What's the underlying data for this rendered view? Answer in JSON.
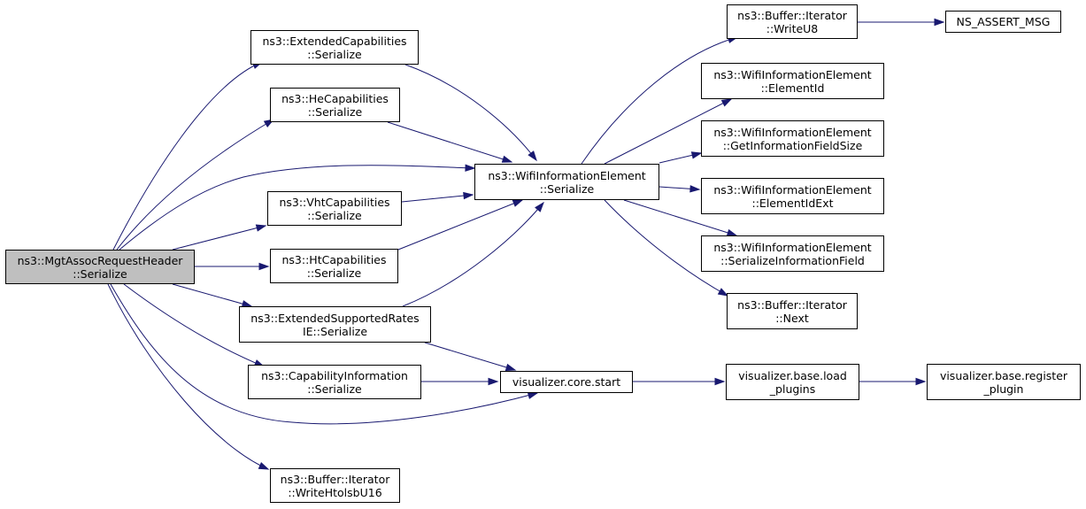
{
  "graph": {
    "edge_color": "#191970",
    "root_fill": "#bfbfbf",
    "nodes": {
      "root": {
        "line1": "ns3::MgtAssocRequestHeader",
        "line2": "::Serialize"
      },
      "extcap": {
        "line1": "ns3::ExtendedCapabilities",
        "line2": "::Serialize"
      },
      "hecap": {
        "line1": "ns3::HeCapabilities",
        "line2": "::Serialize"
      },
      "vhtcap": {
        "line1": "ns3::VhtCapabilities",
        "line2": "::Serialize"
      },
      "htcap": {
        "line1": "ns3::HtCapabilities",
        "line2": "::Serialize"
      },
      "extrates": {
        "line1": "ns3::ExtendedSupportedRates",
        "line2": "IE::Serialize"
      },
      "capinfo": {
        "line1": "ns3::CapabilityInformation",
        "line2": "::Serialize"
      },
      "writehtolsb": {
        "line1": "ns3::Buffer::Iterator",
        "line2": "::WriteHtolsbU16"
      },
      "wie_serialize": {
        "line1": "ns3::WifiInformationElement",
        "line2": "::Serialize"
      },
      "viz_start": {
        "line1": "visualizer.core.start",
        "line2": ""
      },
      "writeu8": {
        "line1": "ns3::Buffer::Iterator",
        "line2": "::WriteU8"
      },
      "ns_assert": {
        "line1": "NS_ASSERT_MSG",
        "line2": ""
      },
      "elementid": {
        "line1": "ns3::WifiInformationElement",
        "line2": "::ElementId"
      },
      "getinfosize": {
        "line1": "ns3::WifiInformationElement",
        "line2": "::GetInformationFieldSize"
      },
      "elementidext": {
        "line1": "ns3::WifiInformationElement",
        "line2": "::ElementIdExt"
      },
      "serinfofield": {
        "line1": "ns3::WifiInformationElement",
        "line2": "::SerializeInformationField"
      },
      "next": {
        "line1": "ns3::Buffer::Iterator",
        "line2": "::Next"
      },
      "load_plugins": {
        "line1": "visualizer.base.load",
        "line2": "_plugins"
      },
      "register_plugin": {
        "line1": "visualizer.base.register",
        "line2": "_plugin"
      }
    },
    "edges": [
      [
        "root",
        "extcap"
      ],
      [
        "root",
        "hecap"
      ],
      [
        "root",
        "wie_serialize"
      ],
      [
        "root",
        "vhtcap"
      ],
      [
        "root",
        "htcap"
      ],
      [
        "root",
        "extrates"
      ],
      [
        "root",
        "capinfo"
      ],
      [
        "root",
        "viz_start"
      ],
      [
        "root",
        "writehtolsb"
      ],
      [
        "extcap",
        "wie_serialize"
      ],
      [
        "hecap",
        "wie_serialize"
      ],
      [
        "vhtcap",
        "wie_serialize"
      ],
      [
        "htcap",
        "wie_serialize"
      ],
      [
        "extrates",
        "wie_serialize"
      ],
      [
        "extrates",
        "viz_start"
      ],
      [
        "capinfo",
        "viz_start"
      ],
      [
        "wie_serialize",
        "writeu8"
      ],
      [
        "wie_serialize",
        "elementid"
      ],
      [
        "wie_serialize",
        "getinfosize"
      ],
      [
        "wie_serialize",
        "elementidext"
      ],
      [
        "wie_serialize",
        "serinfofield"
      ],
      [
        "wie_serialize",
        "next"
      ],
      [
        "writeu8",
        "ns_assert"
      ],
      [
        "viz_start",
        "load_plugins"
      ],
      [
        "load_plugins",
        "register_plugin"
      ]
    ]
  }
}
